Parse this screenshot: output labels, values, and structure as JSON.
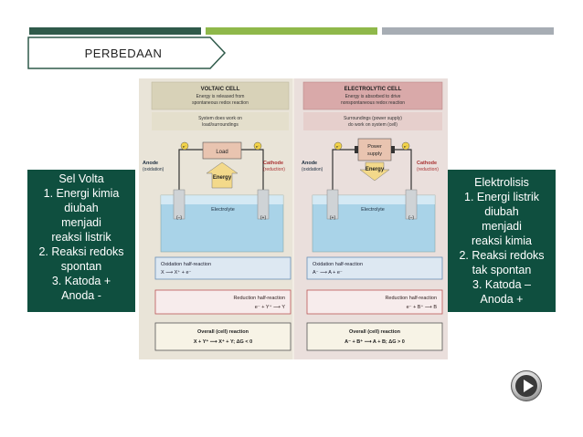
{
  "header": {
    "title": "PERBEDAAN",
    "bar_colors": [
      "#2f5a4a",
      "#8fb84a",
      "#a7adb4"
    ]
  },
  "left_panel": {
    "lines": [
      "Sel Volta",
      "1.  Energi kimia",
      "diubah",
      "menjadi",
      "reaksi listrik",
      "2.  Reaksi redoks",
      "spontan",
      "3.  Katoda +",
      "Anoda -"
    ],
    "bg": "#0f4f3f"
  },
  "right_panel": {
    "lines": [
      "Elektrolisis",
      "1.  Energi listrik",
      "diubah",
      "menjadi",
      "reaksi kimia",
      "2.  Reaksi redoks",
      "tak spontan",
      "3.  Katoda –",
      "Anoda +"
    ],
    "bg": "#0f4f3f"
  },
  "figure": {
    "voltaic": {
      "title": "VOLTAIC CELL",
      "subtitle": [
        "Energy is released from",
        "spontaneous redox reaction"
      ],
      "work": [
        "System does work on",
        "load/surroundings"
      ],
      "load": "Load",
      "energy": "Energy",
      "anode": [
        "Anode",
        "(oxidation)"
      ],
      "cathode": [
        "Cathode",
        "(reduction)"
      ],
      "electrolyte": "Electrolyte",
      "minus": "(–)",
      "plus": "(+)",
      "electron": "e⁻",
      "oxidation_title": "Oxidation half-reaction",
      "oxidation_eq": "X ⟶ X⁺ + e⁻",
      "reduction_title": "Reduction half-reaction",
      "reduction_eq": "e⁻ + Y⁺ ⟶ Y",
      "overall_title": "Overall (cell) reaction",
      "overall_eq": "X + Y⁺ ⟶ X⁺ + Y; ΔG < 0"
    },
    "electrolytic": {
      "title": "ELECTROLYTIC CELL",
      "subtitle": [
        "Energy is absorbed to drive",
        "nonspontaneous redox reaction"
      ],
      "work": [
        "Surroundings (power supply)",
        "do work on system (cell)"
      ],
      "supply": [
        "Power",
        "supply"
      ],
      "energy": "Energy",
      "anode": [
        "Anode",
        "(oxidation)"
      ],
      "cathode": [
        "Cathode",
        "(reduction)"
      ],
      "electrolyte": "Electrolyte",
      "minus": "(–)",
      "plus": "(+)",
      "electron": "e⁻",
      "oxidation_title": "Oxidation half-reaction",
      "oxidation_eq": "A⁻ ⟶ A + e⁻",
      "reduction_title": "Reduction half-reaction",
      "reduction_eq": "e⁻ + B⁺ ⟶ B",
      "overall_title": "Overall (cell) reaction",
      "overall_eq": "A⁻ + B⁺ ⟶ A + B; ΔG > 0"
    }
  },
  "navigation": {
    "next_icon": "play-arrow-icon"
  }
}
